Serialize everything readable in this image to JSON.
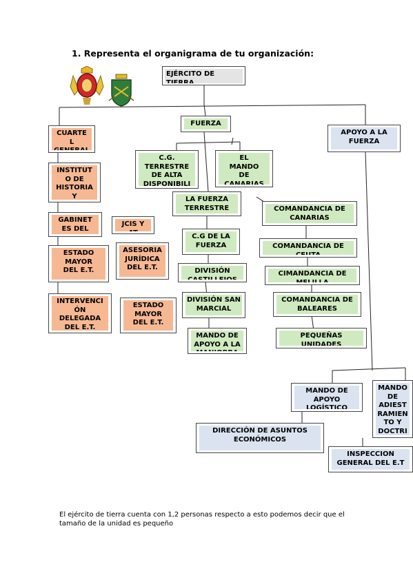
{
  "heading": "1. Representa el organigrama de tu organización:",
  "colors": {
    "green": "#cfeac0",
    "orange": "#f5b893",
    "blue": "#dbe3f1",
    "grey": "#e4e4e4"
  },
  "emblems": [
    "ejercito-crest-icon",
    "fuerza-crest-icon"
  ],
  "boxes": {
    "ejercito": "EJÉRCITO DE\nTIERRA",
    "fuerza": "FUERZA",
    "apoyo_fuerza": "APOYO A LA\nFUERZA",
    "cuartel": "CUARTE\nL\nGENERAL",
    "instituto": "INSTITUT\nO DE\nHISTORIA\nY",
    "gabinetes": "GABINET\nES DEL",
    "jcis": "JCIS Y\nAT",
    "estado_mayor_1": "ESTADO\nMAYOR\nDEL E.T.",
    "asesoria": "ASESORIA\nJURÍDICA\nDEL E.T.",
    "intervencion": "INTERVENCI\nÓN\nDELEGADA\nDEL E.T.",
    "estado_mayor_2": "ESTADO\nMAYOR\nDEL E.T.",
    "cg_terrestre": "C.G.\nTERRESTRE\nDE ALTA\nDISPONIBILI",
    "mando_canarias": "EL\nMANDO\nDE\nCANARIAS",
    "fuerza_terrestre": "LA FUERZA\nTERRESTRE",
    "cg_fuerza": "C.G DE LA\nFUERZA",
    "castillejos": "DIVISIÓN\nCASTILLEJOS",
    "san_marcial": "DIVISIÓN SAN\nMARCIAL",
    "mando_apoyo_maniobra": "MANDO DE\nAPOYO A LA\nMANIOBRA",
    "com_canarias": "COMANDANCIA DE\nCANARIAS",
    "com_ceuta": "COMANDANCIA DE\nCEUTA",
    "com_melilla": "CIMANDANCIA DE\nMELILLA",
    "com_baleares": "COMANDANCIA DE\nBALEARES",
    "pequenas": "PEQUEÑAS\nUNIDADES",
    "mando_logistico": "MANDO DE\nAPOYO\nLOGÍSTICO",
    "mando_adiestramiento": "MANDO\nDE\nADIEST\nRAMIEN\nTO Y\nDOCTRI",
    "asuntos_economicos": "DIRECCIÓN DE ASUNTOS\nECONÓMICOS",
    "inspeccion": "INSPECCION\nGENERAL DEL E.T"
  },
  "footer": "El ejército de tierra cuenta con 1,2 personas respecto a esto podemos decir que el tamaño de la unidad es pequeño"
}
